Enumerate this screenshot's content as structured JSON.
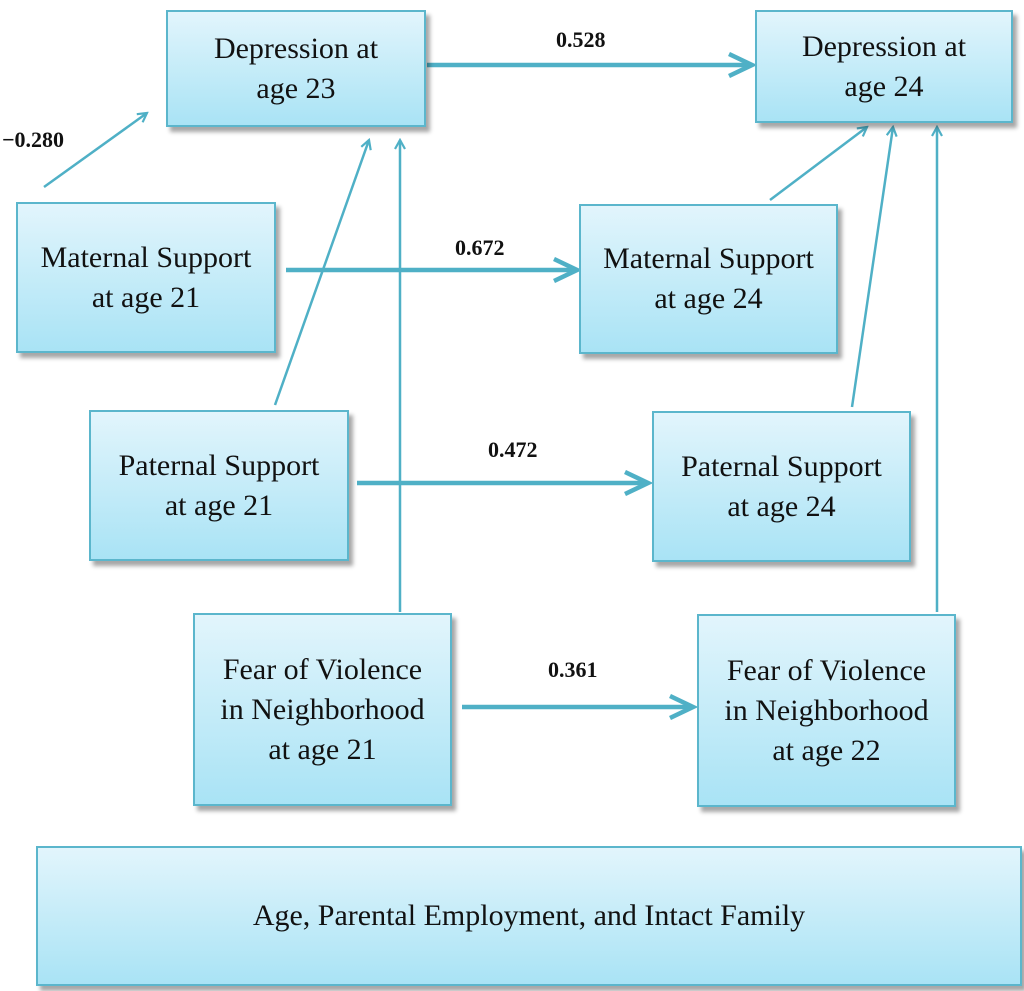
{
  "nodes": {
    "dep23": {
      "label": "Depression at age 23"
    },
    "dep24": {
      "label": "Depression at age 24"
    },
    "mat21": {
      "label": "Maternal Support at age 21"
    },
    "mat24": {
      "label": "Maternal Support at age 24"
    },
    "pat21": {
      "label": "Paternal Support at age 21"
    },
    "pat24": {
      "label": "Paternal Support at age 24"
    },
    "fear21": {
      "label": "Fear of Violence in Neighborhood at age 21"
    },
    "fear22": {
      "label": "Fear of Violence in Neighborhood at age 22"
    },
    "covariates": {
      "label": "Age, Parental Employment, and Intact Family"
    }
  },
  "coefficients": {
    "mat21_to_dep23": "−0.280",
    "dep23_to_dep24": "0.528",
    "mat21_to_mat24": "0.672",
    "pat21_to_pat24": "0.472",
    "fear21_to_fear22": "0.361"
  },
  "colors": {
    "box_fill_top": "#e2f5fc",
    "box_fill_bottom": "#a9e3f5",
    "box_border": "#5bb6cc",
    "arrow": "#4fb0c6",
    "text": "#111111"
  }
}
